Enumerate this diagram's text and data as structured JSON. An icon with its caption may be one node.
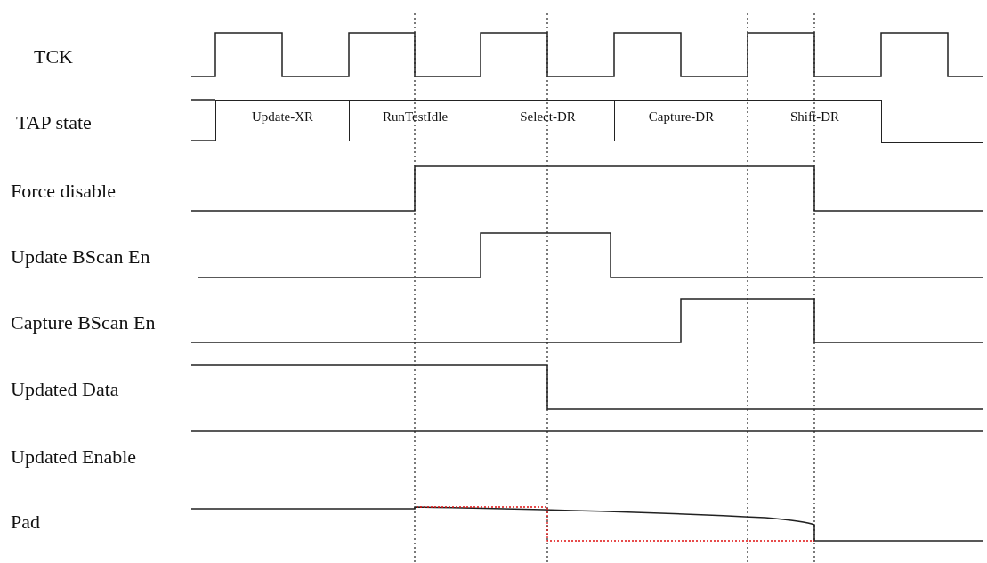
{
  "diagram": {
    "nodes": [
      {
        "text": [
          "Update-XR"
        ]
      },
      {
        "text": [
          "RunTestIdle"
        ]
      },
      {
        "text": [
          "Select-DR"
        ]
      },
      {
        "text": [
          "Capture-DR"
        ]
      },
      {
        "text": [
          "Shift-DR"
        ]
      },
      {
        "text": [],
        "shape": "box"
      }
    ],
    "labels": [
      "TCK",
      "TAP state",
      "Force disable",
      "Update BScan En",
      "Capture BScan En",
      "Updated Data",
      "Updated Enable",
      "Pad"
    ]
  }
}
